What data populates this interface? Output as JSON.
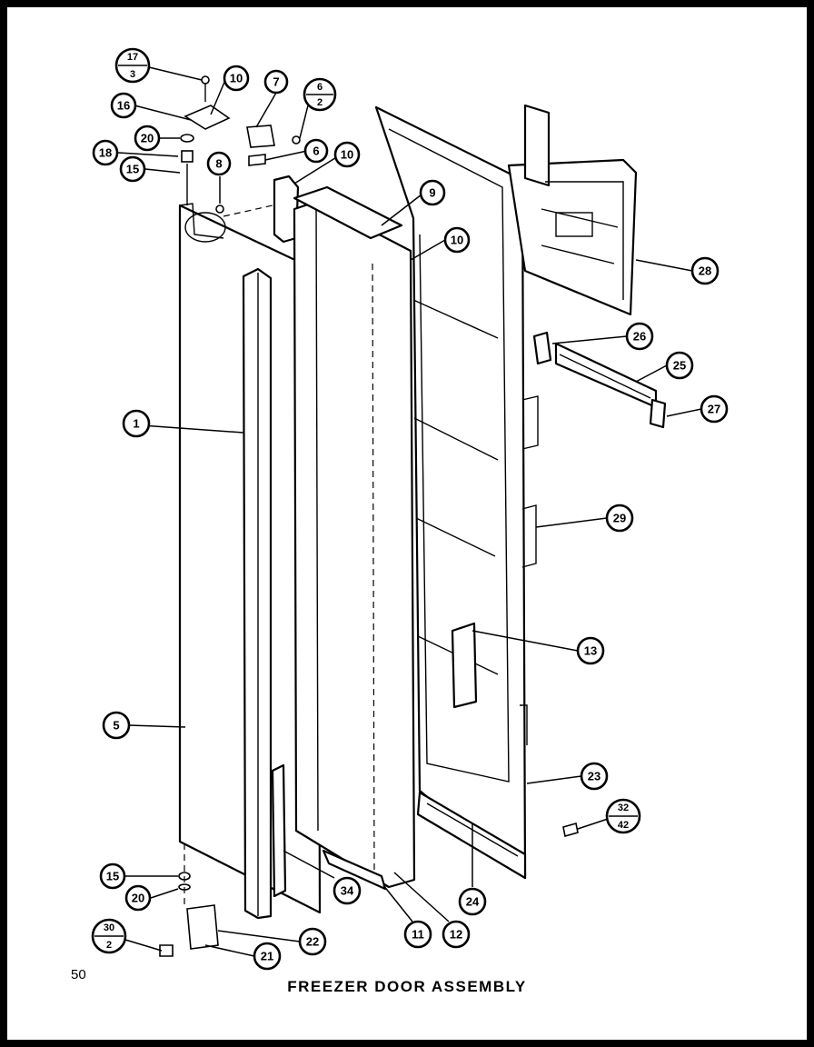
{
  "page_number": "50",
  "title": "FREEZER DOOR ASSEMBLY",
  "callouts": {
    "c1": "1",
    "c5": "5",
    "c6": "6",
    "c7": "7",
    "c8": "8",
    "c9": "9",
    "c10a": "10",
    "c10b": "10",
    "c10c": "10",
    "c11": "11",
    "c12": "12",
    "c13": "13",
    "c15a": "15",
    "c15b": "15",
    "c16": "16",
    "c18": "18",
    "c20a": "20",
    "c20b": "20",
    "c21": "21",
    "c22": "22",
    "c23": "23",
    "c24": "24",
    "c25": "25",
    "c26": "26",
    "c27": "27",
    "c28": "28",
    "c29": "29",
    "c34": "34",
    "f17_3": {
      "top": "17",
      "bottom": "3"
    },
    "f6_2": {
      "top": "6",
      "bottom": "2"
    },
    "f32_42": {
      "top": "32",
      "bottom": "42"
    },
    "f30_2": {
      "top": "30",
      "bottom": "2"
    }
  }
}
